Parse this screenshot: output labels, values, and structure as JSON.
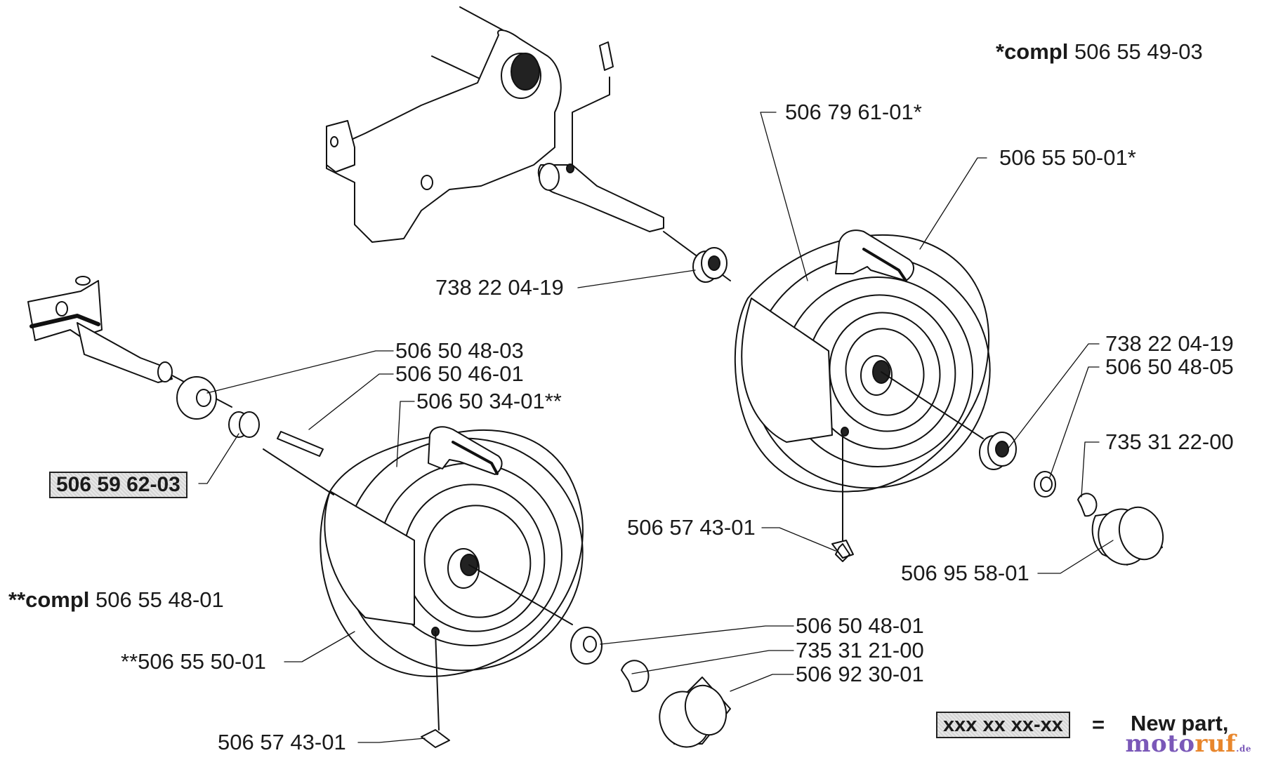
{
  "assembly_notes": {
    "star_compl_prefix": "*compl",
    "star_compl_number": "506 55 49-03",
    "double_star_compl_prefix": "**compl",
    "double_star_compl_number": "506 55 48-01"
  },
  "callouts": {
    "c1": "506 79 61-01*",
    "c2": "506 55 50-01*",
    "c3": "738 22 04-19",
    "c4": "738 22 04-19",
    "c5": "506 50 48-05",
    "c6": "735 31 22-00",
    "c7": "506 57 43-01",
    "c8": "506 95 58-01",
    "c9": "506 50 48-03",
    "c10": "506 50 46-01",
    "c11": "506 50 34-01**",
    "c12": "506 59 62-03",
    "c13": "**506 55 50-01",
    "c14": "506 50 48-01",
    "c15": "735 31 21-00",
    "c16": "506 92 30-01",
    "c17": "506 57 43-01"
  },
  "legend": {
    "pattern": "xxx xx xx-xx",
    "equals": "=",
    "meaning": "New part,"
  },
  "watermark": {
    "part1": "moto",
    "part2": "ruf",
    "suffix": ".de"
  }
}
